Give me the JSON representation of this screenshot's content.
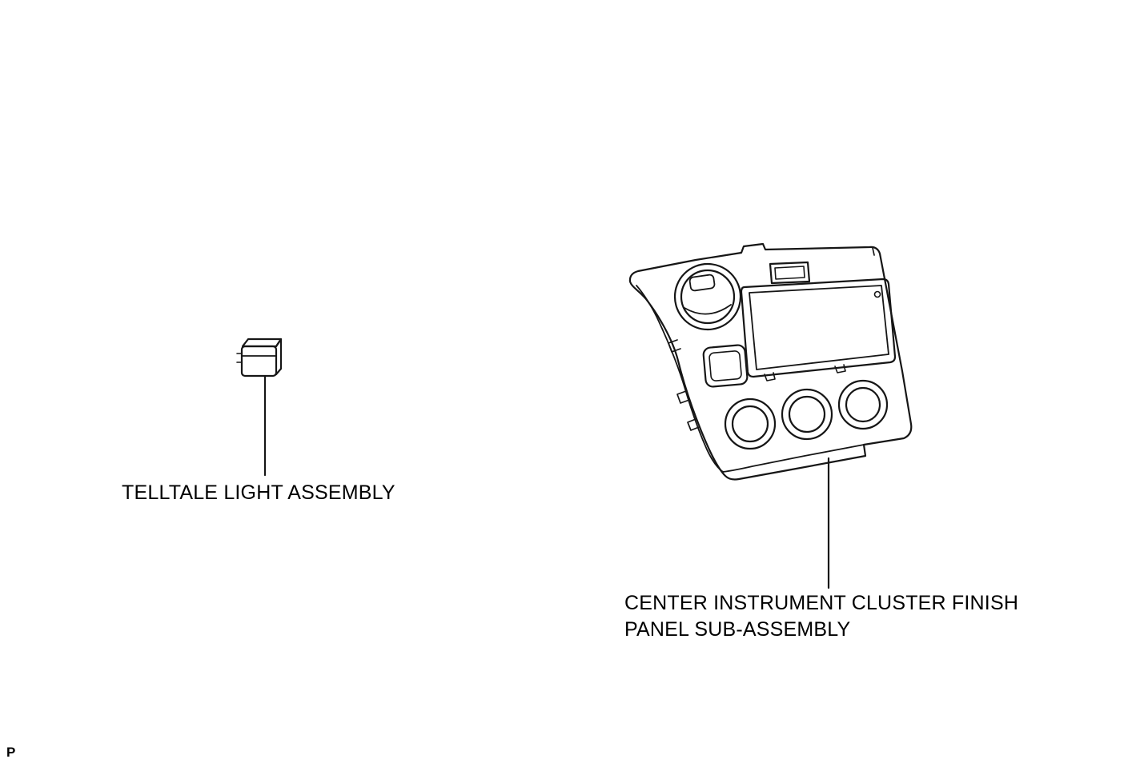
{
  "page": {
    "page_marker": "P",
    "background_color": "#ffffff",
    "line_color": "#161616",
    "text_color": "#000000"
  },
  "diagram": {
    "type": "exploded-parts-diagram",
    "parts": [
      {
        "id": "telltale-light-assembly",
        "label": "TELLTALE LIGHT ASSEMBLY"
      },
      {
        "id": "center-instrument-cluster-finish-panel-sub-assembly",
        "label_line1": "CENTER INSTRUMENT CLUSTER FINISH",
        "label_line2": "PANEL SUB-ASSEMBLY"
      }
    ]
  }
}
